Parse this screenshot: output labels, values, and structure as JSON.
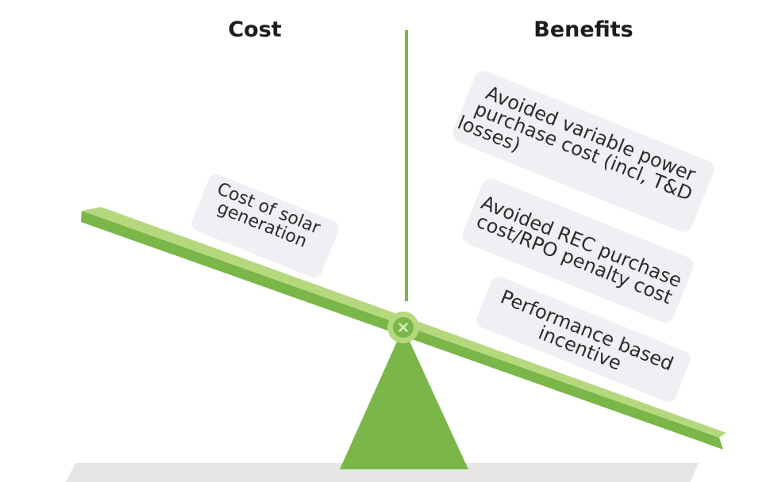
{
  "headings": {
    "cost": "Cost",
    "benefits": "Benefits"
  },
  "cost_items": [
    {
      "line1": "Cost of solar",
      "line2": "generation"
    }
  ],
  "benefit_items": [
    {
      "line1": "Avoided variable power",
      "line2": "purchase cost (incl, T&D",
      "line3": "losses)"
    },
    {
      "line1": "Avoided REC purchase",
      "line2": "cost/RPO penalty cost"
    },
    {
      "line1": "Performance based",
      "line2": "incentive"
    }
  ],
  "colors": {
    "beam": "#7ab648",
    "beam_top": "#b5d87e",
    "fulcrum": "#7ab648",
    "divider": "#7ab648",
    "card": "#eff0f3",
    "ground": "#e6e6e6",
    "pivot_icon": "#5e9a2f"
  },
  "icons": {
    "pivot": "close-x-icon"
  }
}
